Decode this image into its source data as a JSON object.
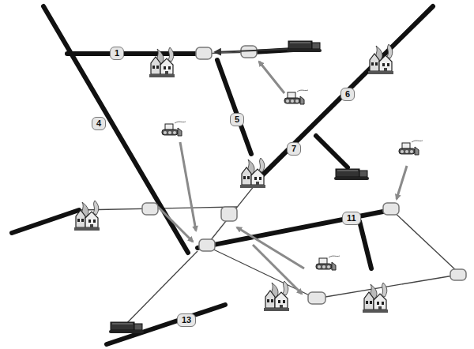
{
  "diagram": {
    "labels": [
      "1",
      "4",
      "5",
      "6",
      "7",
      "11",
      "13"
    ]
  }
}
